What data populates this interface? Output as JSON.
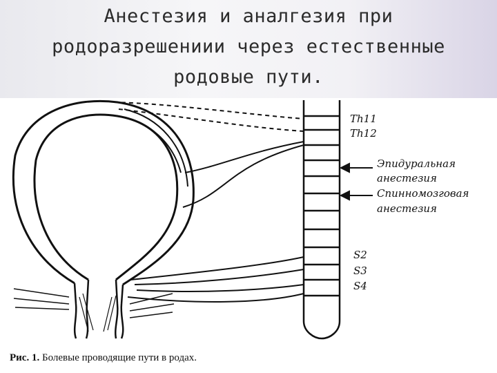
{
  "slide": {
    "title_lines": [
      "Анестезия и аналгезия при",
      "родоразрешениии через естественные",
      "родовые пути."
    ]
  },
  "figure": {
    "segment_labels": {
      "th11": "Th11",
      "th12": "Th12",
      "s2": "S2",
      "s3": "S3",
      "s4": "S4"
    },
    "annotations": {
      "epidural_line1": "Эпидуральная",
      "epidural_line2": "анестезия",
      "spinal_line1": "Спинномозговая",
      "spinal_line2": "анестезия"
    },
    "caption_prefix": "Рис. 1.",
    "caption_text": "Болевые проводящие пути в родах."
  },
  "colors": {
    "ink": "#111111",
    "title_text": "#2b2b2b"
  }
}
